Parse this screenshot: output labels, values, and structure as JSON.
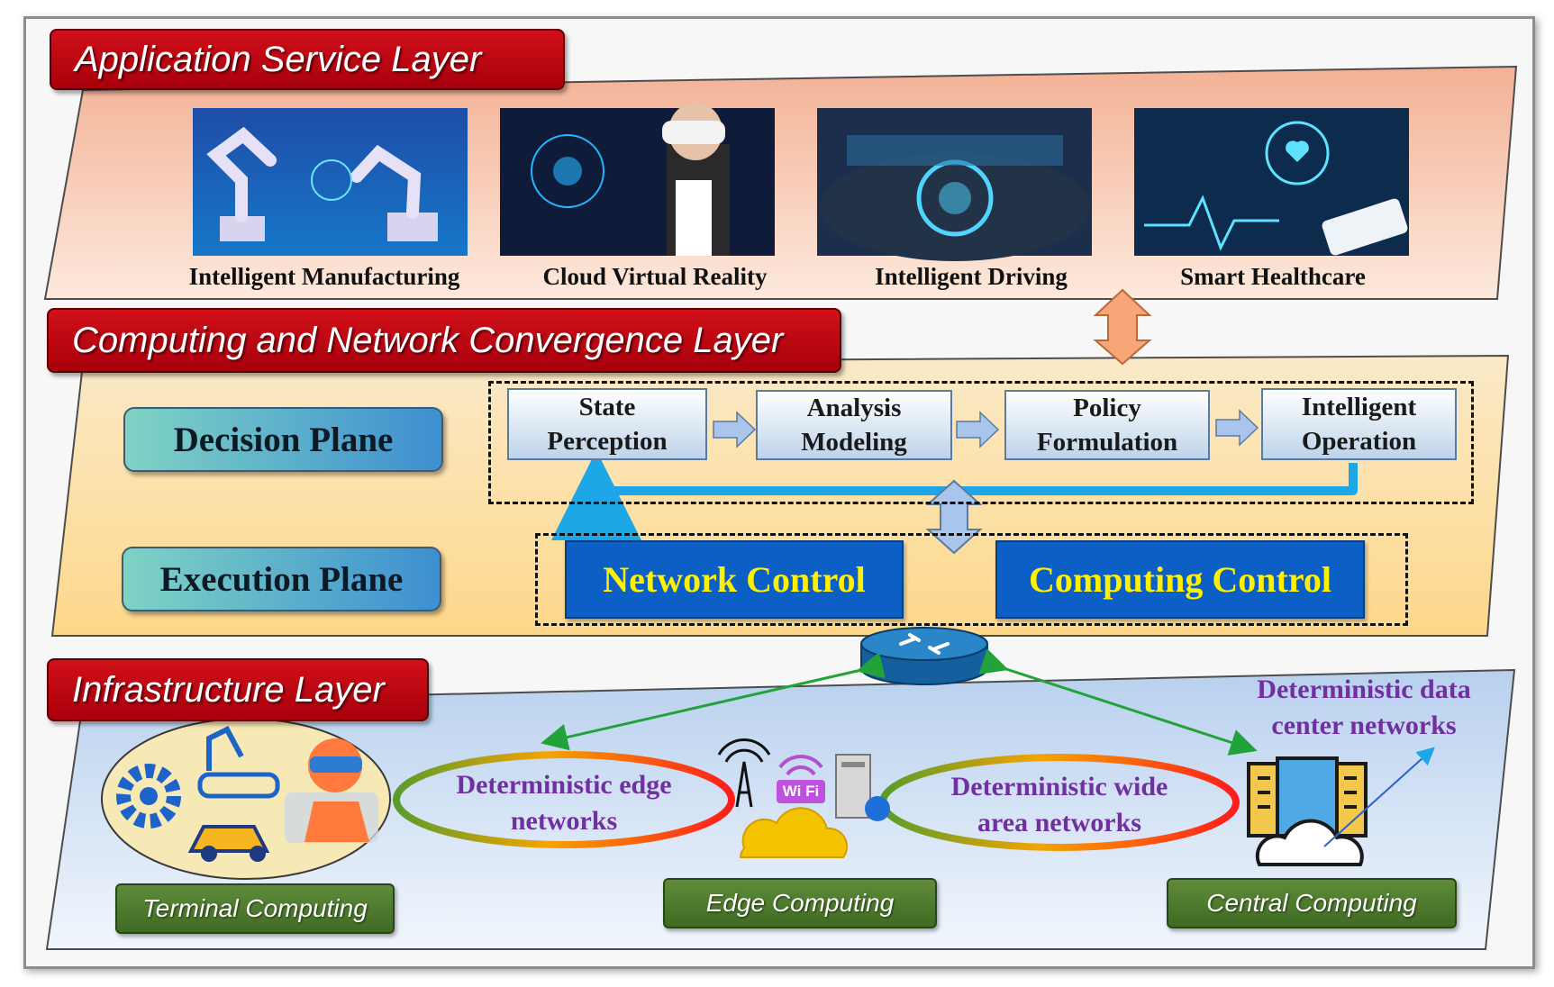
{
  "application_layer": {
    "title": "Application Service Layer",
    "services": [
      {
        "label": "Intelligent Manufacturing",
        "icon": "robot-arms-icon"
      },
      {
        "label": "Cloud Virtual Reality",
        "icon": "vr-headset-icon"
      },
      {
        "label": "Intelligent Driving",
        "icon": "car-cockpit-icon"
      },
      {
        "label": "Smart Healthcare",
        "icon": "health-hud-icon"
      }
    ]
  },
  "convergence_layer": {
    "title": "Computing and Network Convergence Layer",
    "decision_plane": "Decision Plane",
    "execution_plane": "Execution Plane",
    "decision_steps": [
      "State\nPerception",
      "Analysis\nModeling",
      "Policy\nFormulation",
      "Intelligent\nOperation"
    ],
    "network_control": "Network Control",
    "computing_control": "Computing Control"
  },
  "infrastructure_layer": {
    "title": "Infrastructure Layer",
    "edge_networks": "Deterministic edge\nnetworks",
    "wide_area_networks": "Deterministic wide\narea networks",
    "datacenter_networks": "Deterministic data\ncenter networks",
    "terminal_computing": "Terminal Computing",
    "edge_computing": "Edge Computing",
    "central_computing": "Central  Computing",
    "wifi_label": "Wi Fi"
  },
  "colors": {
    "layer_title_red": "#c00010",
    "application_band": "#f7c9b0",
    "convergence_band": "#fde3a6",
    "infrastructure_band": "#cfe0f3",
    "control_blue": "#0b5fc5",
    "control_text": "#ffef00",
    "network_label": "#7030a0",
    "computing_green": "#4f7a2e"
  }
}
